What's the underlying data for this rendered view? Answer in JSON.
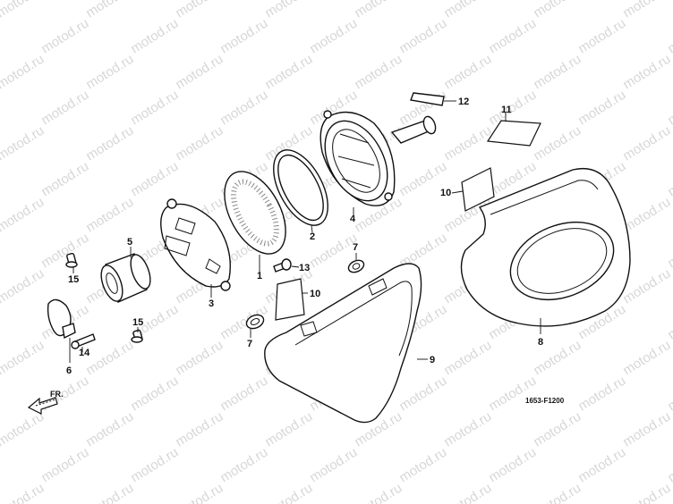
{
  "watermark": {
    "text": "motod.ru"
  },
  "diagram_code": "1653-F1200",
  "direction_marker": {
    "label": "FR.",
    "icon": "arrow-icon"
  },
  "callouts": [
    "1",
    "2",
    "3",
    "4",
    "5",
    "6",
    "7",
    "7",
    "8",
    "9",
    "10",
    "10",
    "11",
    "12",
    "13",
    "14",
    "15",
    "15"
  ]
}
